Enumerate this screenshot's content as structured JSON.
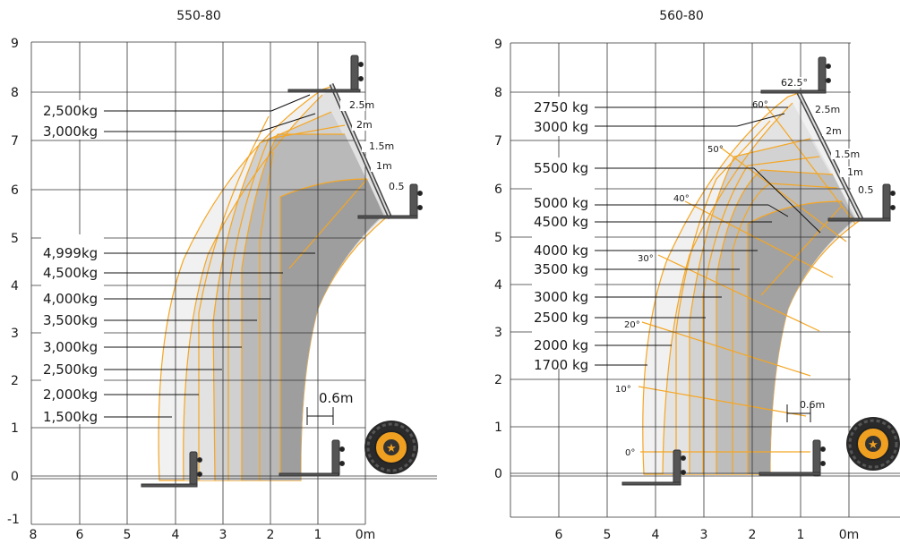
{
  "charts": [
    {
      "id": "left",
      "title": "550-80",
      "y_ticks": [
        "9",
        "8",
        "7",
        "6",
        "5",
        "4",
        "3",
        "2",
        "1",
        "0",
        "-1"
      ],
      "x_ticks": [
        "8",
        "6",
        "5",
        "4",
        "3",
        "2",
        "1",
        "0m"
      ],
      "boom_marks": [
        "2.5m",
        "2m",
        "1.5m",
        "1m",
        "0.5"
      ],
      "load_labels": [
        "2,500kg",
        "3,000kg",
        "4,999kg",
        "4,500kg",
        "4,000kg",
        "3,500kg",
        "3,000kg",
        "2,500kg",
        "2,000kg",
        "1,500kg"
      ],
      "fork_gap": "0.6m"
    },
    {
      "id": "right",
      "title": "560-80",
      "y_ticks": [
        "9",
        "8",
        "7",
        "6",
        "5",
        "4",
        "3",
        "2",
        "1",
        "0"
      ],
      "x_ticks": [
        "6",
        "5",
        "4",
        "3",
        "2",
        "1",
        "0m"
      ],
      "boom_marks": [
        "62.5°",
        "2.5m",
        "2m",
        "1.5m",
        "1m",
        "0.5"
      ],
      "load_labels": [
        "2750 kg",
        "3000 kg",
        "5500 kg",
        "5000 kg",
        "4500 kg",
        "4000 kg",
        "3500 kg",
        "3000 kg",
        "2500 kg",
        "2000 kg",
        "1700 kg"
      ],
      "angles": [
        "60°",
        "50°",
        "40°",
        "30°",
        "20°",
        "10°",
        "0°"
      ],
      "fork_gap": "0.6m"
    }
  ],
  "chart_data": [
    {
      "type": "area",
      "title": "550-80",
      "xlabel": "",
      "ylabel": "",
      "xlim": [
        8,
        0
      ],
      "ylim": [
        -1,
        9
      ],
      "x_ticks": [
        8,
        6,
        5,
        4,
        3,
        2,
        1,
        0
      ],
      "y_ticks": [
        -1,
        0,
        1,
        2,
        3,
        4,
        5,
        6,
        7,
        8,
        9
      ],
      "grid": true,
      "series": [
        {
          "name": "2,500kg",
          "max_height_m": 8.0,
          "max_reach_m": 4.3
        },
        {
          "name": "3,000kg",
          "max_height_m": 7.6,
          "max_reach_m": 4.0
        },
        {
          "name": "4,999kg",
          "max_height_m": 6.0,
          "max_reach_m": 1.9
        },
        {
          "name": "4,500kg",
          "max_height_m": 6.8,
          "max_reach_m": 2.1
        },
        {
          "name": "4,000kg",
          "max_height_m": 7.1,
          "max_reach_m": 2.4
        },
        {
          "name": "3,500kg",
          "max_height_m": 7.3,
          "max_reach_m": 2.7
        },
        {
          "name": "3,000kg",
          "max_height_m": 7.5,
          "max_reach_m": 3.1
        },
        {
          "name": "2,500kg",
          "max_height_m": 7.7,
          "max_reach_m": 3.5
        },
        {
          "name": "2,000kg",
          "max_height_m": 7.8,
          "max_reach_m": 3.9
        },
        {
          "name": "1,500kg",
          "max_height_m": 8.0,
          "max_reach_m": 4.3
        }
      ]
    },
    {
      "type": "area",
      "title": "560-80",
      "xlabel": "",
      "ylabel": "",
      "xlim": [
        7,
        0
      ],
      "ylim": [
        -0.5,
        9
      ],
      "x_ticks": [
        6,
        5,
        4,
        3,
        2,
        1,
        0
      ],
      "y_ticks": [
        0,
        1,
        2,
        3,
        4,
        5,
        6,
        7,
        8,
        9
      ],
      "grid": true,
      "angles_deg": [
        0,
        10,
        20,
        30,
        40,
        50,
        60,
        62.5
      ],
      "series": [
        {
          "name": "2750 kg",
          "max_height_m": 8.0
        },
        {
          "name": "3000 kg",
          "max_height_m": 7.6
        },
        {
          "name": "5500 kg",
          "max_height_m": 6.3
        },
        {
          "name": "5000 kg",
          "max_height_m": 6.6
        },
        {
          "name": "4500 kg",
          "max_height_m": 6.9
        },
        {
          "name": "4000 kg",
          "max_height_m": 7.2
        },
        {
          "name": "3500 kg",
          "max_height_m": 7.4
        },
        {
          "name": "3000 kg",
          "max_height_m": 7.6
        },
        {
          "name": "2500 kg",
          "max_height_m": 7.8
        },
        {
          "name": "2000 kg",
          "max_height_m": 7.9
        },
        {
          "name": "1700 kg",
          "max_height_m": 8.0
        }
      ]
    }
  ]
}
